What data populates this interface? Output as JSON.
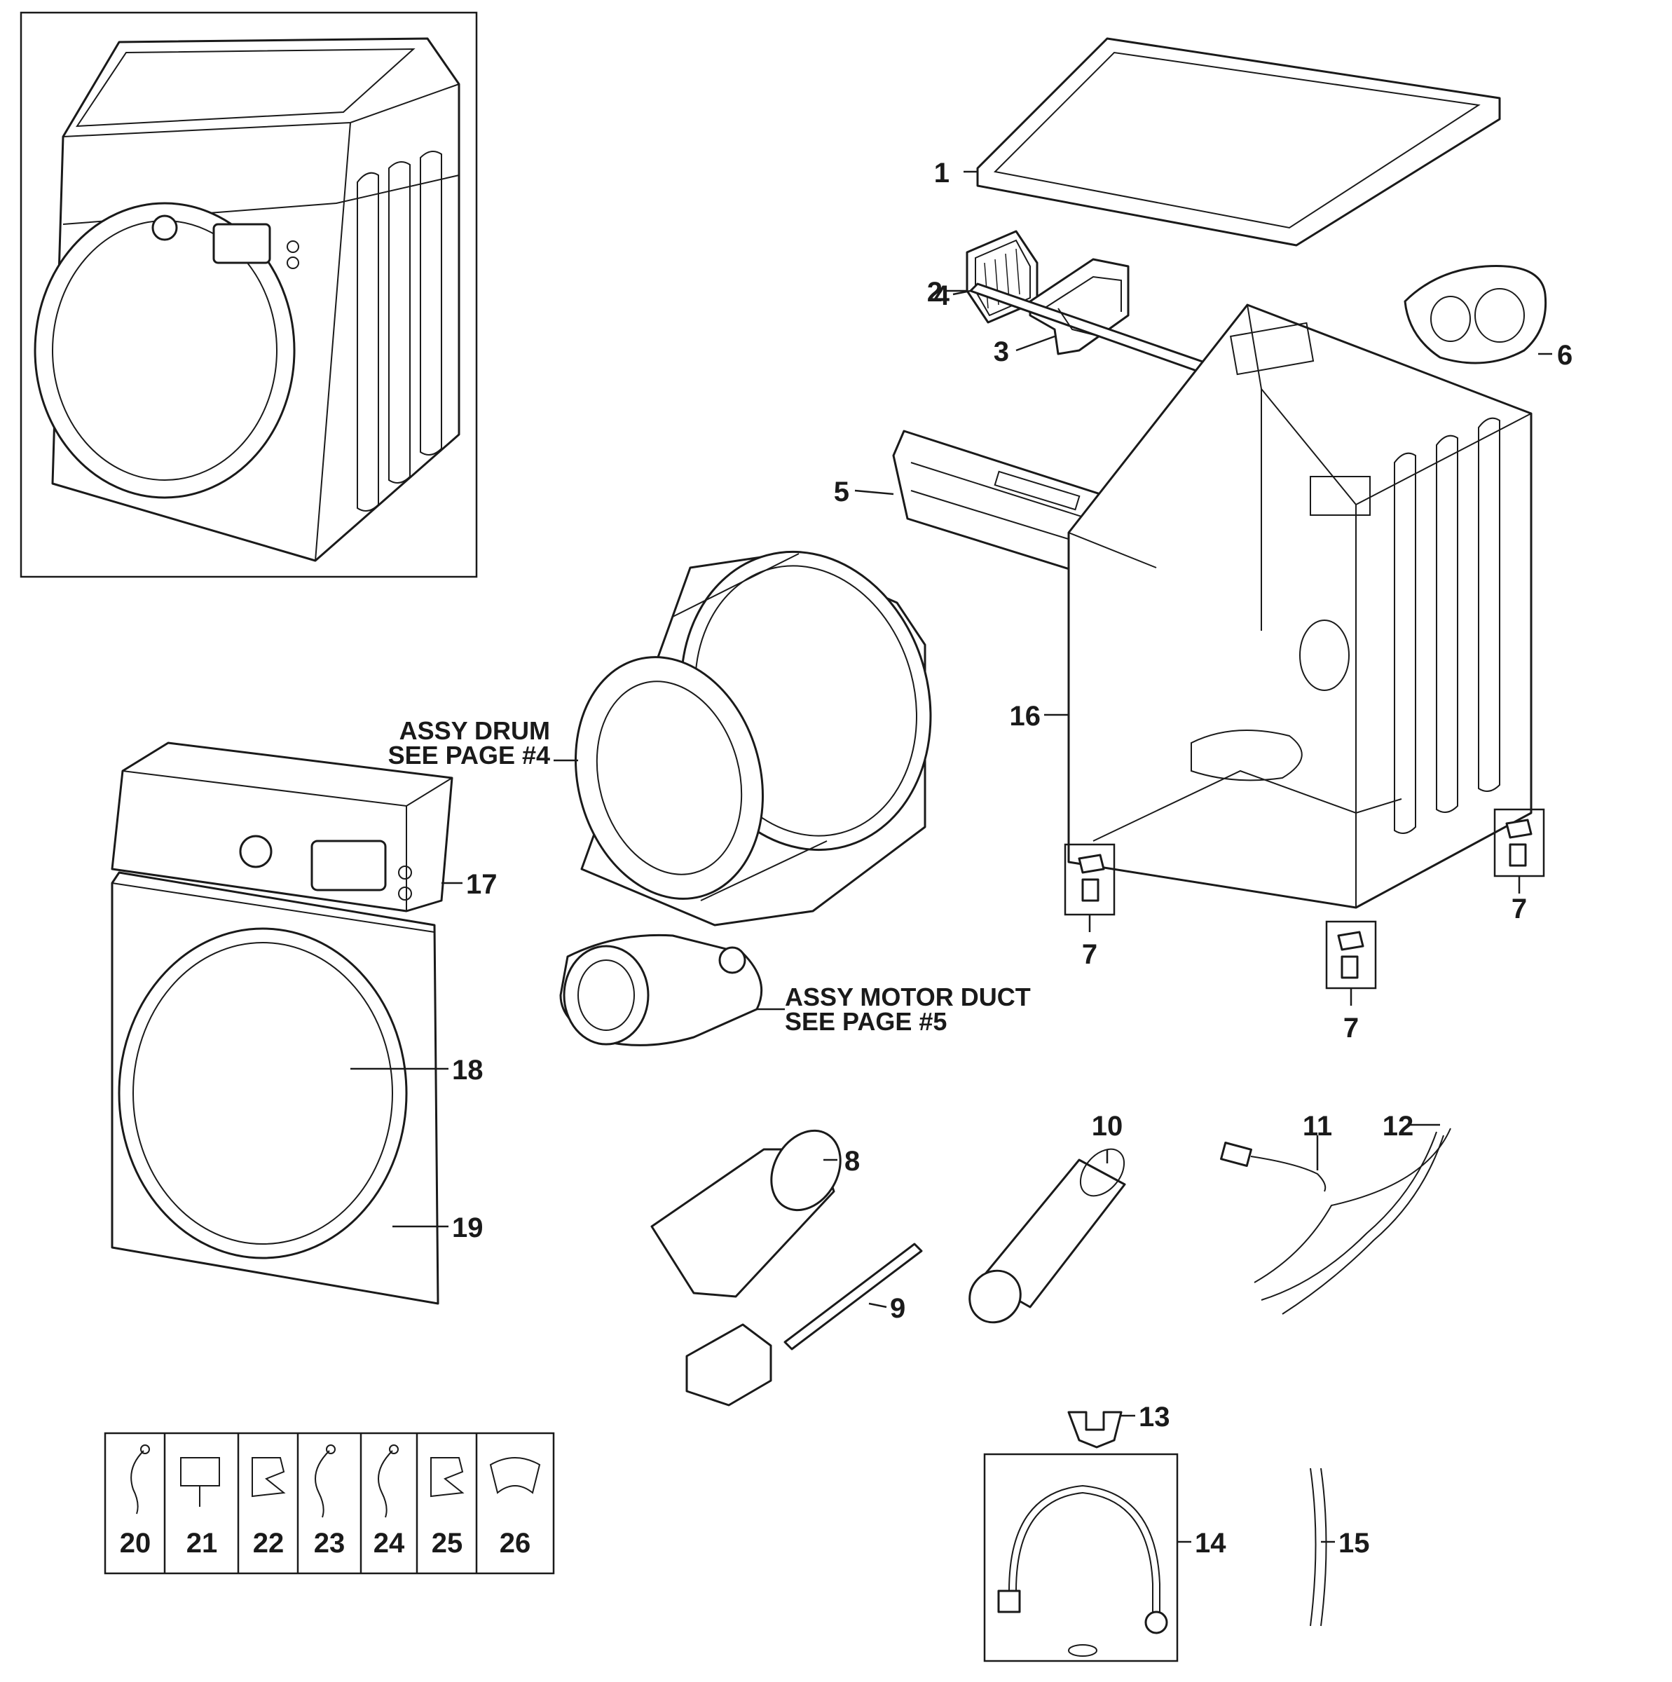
{
  "callouts": {
    "c1": "1",
    "c2": "2",
    "c3": "3",
    "c4": "4",
    "c5": "5",
    "c6": "6",
    "c7a": "7",
    "c7b": "7",
    "c7c": "7",
    "c8": "8",
    "c9": "9",
    "c10": "10",
    "c11": "11",
    "c12": "12",
    "c13": "13",
    "c14": "14",
    "c15": "15",
    "c16": "16",
    "c17": "17",
    "c18": "18",
    "c19": "19"
  },
  "assemblies": {
    "drum_line1": "ASSY DRUM",
    "drum_line2": "SEE PAGE #4",
    "motor_line1": "ASSY MOTOR DUCT",
    "motor_line2": "SEE PAGE #5"
  },
  "clip_strip": [
    "20",
    "21",
    "22",
    "23",
    "24",
    "25",
    "26"
  ]
}
